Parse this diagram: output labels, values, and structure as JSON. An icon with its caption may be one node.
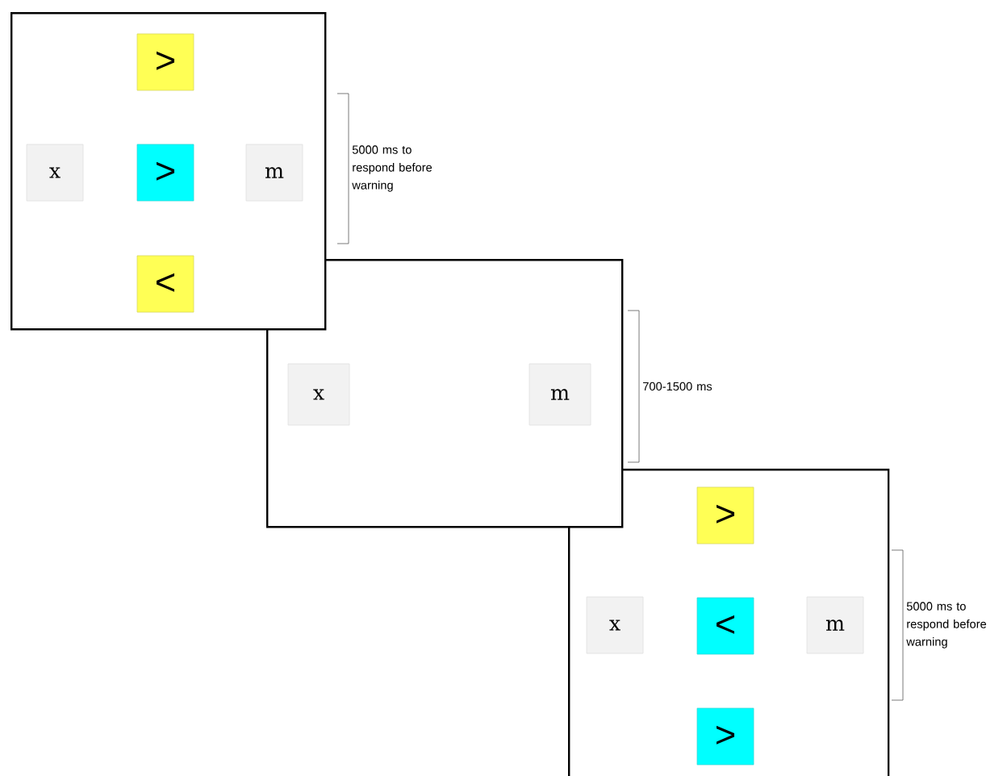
{
  "diagram": {
    "nodes": [
      {
        "text": [],
        "shape": "box",
        "beside": [
          "5000 ms to respond before warning"
        ]
      },
      {
        "text": [
          ">"
        ],
        "in": 0
      },
      {
        "text": [
          "x"
        ],
        "in": 0
      },
      {
        "text": [
          ">"
        ],
        "in": 0
      },
      {
        "text": [
          "m"
        ],
        "in": 0
      },
      {
        "text": [
          "<"
        ],
        "in": 0
      },
      {
        "text": [],
        "shape": "box",
        "beside": [
          "700-1500 ms"
        ]
      },
      {
        "text": [
          "x"
        ],
        "in": 6
      },
      {
        "text": [
          "m"
        ],
        "in": 6
      },
      {
        "text": [],
        "shape": "box",
        "beside": [
          "5000 ms to respond before warning"
        ]
      },
      {
        "text": [
          ">"
        ],
        "in": 9
      },
      {
        "text": [
          "x"
        ],
        "in": 9
      },
      {
        "text": [
          "<"
        ],
        "in": 9
      },
      {
        "text": [
          "m"
        ],
        "in": 9
      },
      {
        "text": [
          ">"
        ],
        "in": 9
      }
    ]
  }
}
